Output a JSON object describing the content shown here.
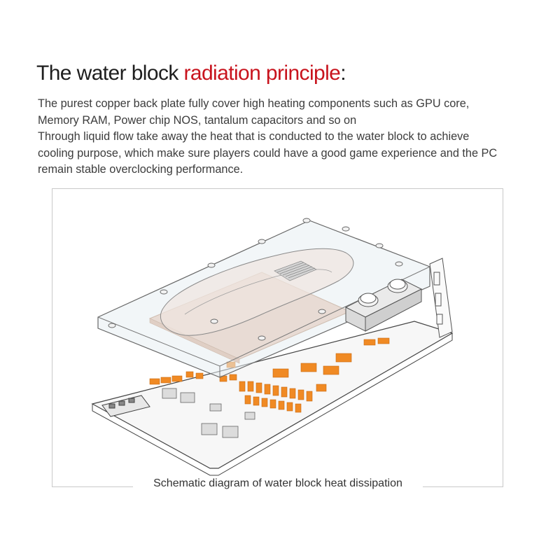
{
  "header": {
    "title_main": "The water block ",
    "title_accent": "radiation principle",
    "title_end": ":"
  },
  "description": {
    "lines": [
      "The purest copper back plate  fully cover  high heating components such as GPU core,",
      "Memory RAM, Power chip NOS, tantalum capacitors and so on",
      "Through liquid flow take away the heat that is conducted to the water block to achieve",
      "cooling purpose, which make sure players could have a good game experience and the PC",
      "remain stable overclocking performance."
    ]
  },
  "caption": "Schematic diagram of water block heat dissipation",
  "colors": {
    "accent": "#c8131d",
    "thermal_pad": "#f08a24",
    "copper": "#e9c4b0",
    "acrylic_tint": "#e8eef2"
  }
}
